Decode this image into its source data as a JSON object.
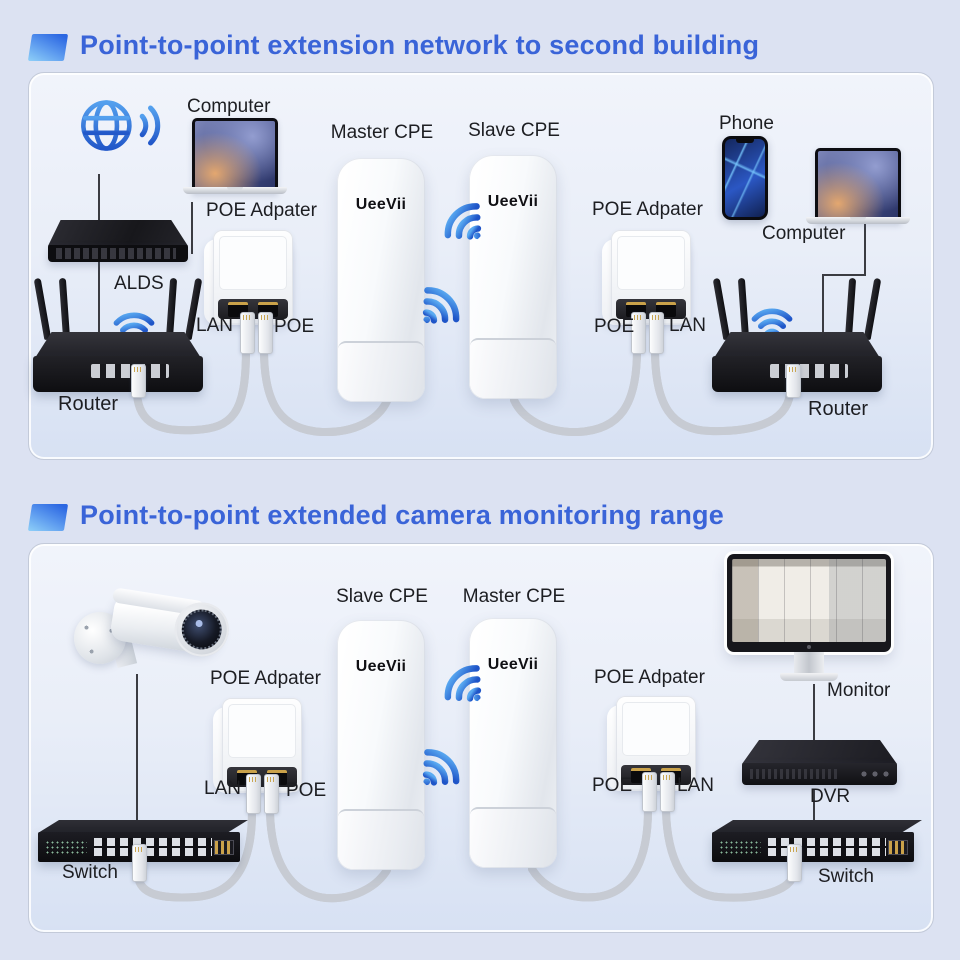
{
  "brand": "UeeVii",
  "colors": {
    "title_blue": "#3a64d8",
    "wifi_blue": "#2e6be0",
    "background": "#dce2f2"
  },
  "sections": [
    {
      "title": "Point-to-point extension network to second building",
      "labels": {
        "computer_left": "Computer",
        "poe_adapter_left": "POE Adpater",
        "alds": "ALDS",
        "lan_left": "LAN",
        "poe_left": "POE",
        "router_left": "Router",
        "master_cpe": "Master CPE",
        "slave_cpe": "Slave CPE",
        "poe_adapter_right": "POE Adpater",
        "poe_right": "POE",
        "lan_right": "LAN",
        "phone": "Phone",
        "computer_right": "Computer",
        "router_right": "Router"
      }
    },
    {
      "title": "Point-to-point extended camera monitoring range",
      "labels": {
        "poe_adapter_left": "POE Adpater",
        "lan_left": "LAN",
        "poe_left": "POE",
        "slave_cpe": "Slave CPE",
        "master_cpe": "Master CPE",
        "poe_adapter_right": "POE Adpater",
        "poe_right": "POE",
        "lan_right": "LAN",
        "monitor": "Monitor",
        "dvr": "DVR",
        "switch_left": "Switch",
        "switch_right": "Switch"
      }
    }
  ]
}
